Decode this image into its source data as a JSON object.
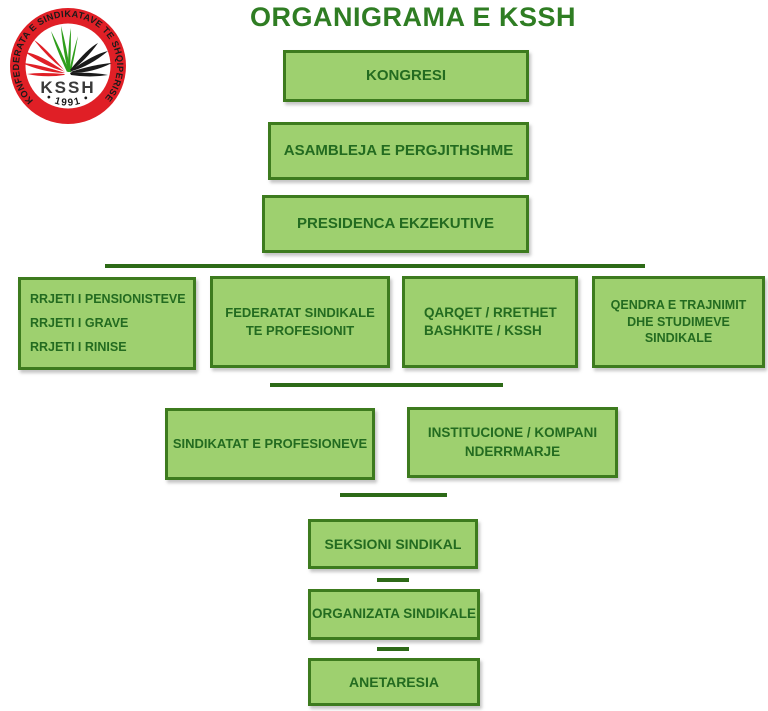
{
  "title": "ORGANIGRAMA E KSSH",
  "logo": {
    "ring_text": "KONFEDERATA E SINDIKATAVE TE SHQIPERISE",
    "year_text": "• 1991 •",
    "acronym": "KSSH",
    "colors": {
      "ring_red": "#e01f26",
      "ring_text": "#1a1a1a",
      "wing_red": "#e01f26",
      "wing_green": "#2f9e1c",
      "wing_black": "#1a1a1a",
      "acronym_text": "#3a3a3a"
    }
  },
  "colors": {
    "box_fill": "#9ed06f",
    "box_border": "#3d7b1e",
    "box_text": "#236b20",
    "title_text": "#2f7d23",
    "connector": "#2d6a17",
    "background": "#ffffff"
  },
  "nodes": {
    "kongresi": {
      "lines": [
        "KONGRESI"
      ]
    },
    "asambleja": {
      "lines": [
        "ASAMBLEJA E PERGJITHSHME"
      ]
    },
    "presidenca": {
      "lines": [
        "PRESIDENCA EKZEKUTIVE"
      ]
    },
    "rrjetet": {
      "lines": [
        "RRJETI I PENSIONISTEVE",
        "RRJETI I GRAVE",
        "RRJETI I RINISE"
      ]
    },
    "federatat": {
      "lines": [
        "FEDERATAT SINDIKALE",
        "TE PROFESIONIT"
      ]
    },
    "qarqet": {
      "lines": [
        "QARQET / RRETHET",
        "BASHKITE / KSSH"
      ]
    },
    "qendra": {
      "lines": [
        "QENDRA E TRAJNIMIT",
        "DHE STUDIMEVE SINDIKALE"
      ]
    },
    "sindikatat": {
      "lines": [
        "SINDIKATAT E PROFESIONEVE"
      ]
    },
    "institucione": {
      "lines": [
        "INSTITUCIONE / KOMPANI",
        "NDERRMARJE"
      ]
    },
    "seksioni": {
      "lines": [
        "SEKSIONI SINDIKAL"
      ]
    },
    "organizata": {
      "lines": [
        "ORGANIZATA SINDIKALE"
      ]
    },
    "anetaresia": {
      "lines": [
        "ANETARESIA"
      ]
    }
  }
}
